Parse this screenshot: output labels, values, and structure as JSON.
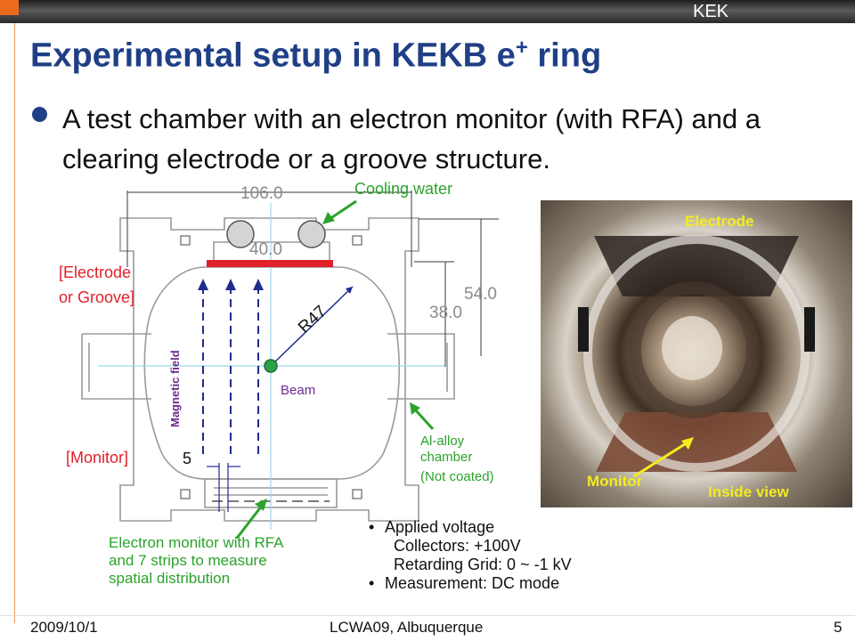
{
  "header": {
    "logo": "KEK"
  },
  "slide": {
    "title": "Experimental setup in KEKB e",
    "title_sup": "+",
    "title_tail": " ring",
    "bullet": "A test chamber with an electron monitor (with RFA) and a clearing electrode or a groove structure."
  },
  "diagram": {
    "dim_width": "106.0",
    "dim_electrode": "40.0",
    "dim_height": "54.0",
    "dim_half": "38.0",
    "radius": "R47",
    "cooling_water": "Cooling water",
    "electrode_label_1": "[Electrode",
    "electrode_label_2": "or Groove]",
    "magnetic_field": "Magnetic field",
    "beam": "Beam",
    "monitor_label": "[Monitor]",
    "gap": "5",
    "chamber_1": "Al-alloy",
    "chamber_2": "chamber",
    "chamber_3": "(Not coated)"
  },
  "photo": {
    "electrode": "Electrode",
    "monitor": "Monitor",
    "inside_view": "Inside view"
  },
  "electron_monitor": {
    "line1": "Electron monitor with RFA",
    "line2": "and 7 strips to measure",
    "line3": "spatial distribution"
  },
  "notes": {
    "applied": "Applied voltage",
    "collectors": "Collectors: +100V",
    "grid": "Retarding Grid: 0 ~ -1 kV",
    "measurement": "Measurement: DC mode"
  },
  "footer": {
    "date": "2009/10/1",
    "venue": "LCWA09, Albuquerque",
    "page": "5"
  },
  "colors": {
    "title": "#1f3f86",
    "label_red": "#e0212a",
    "label_green": "#2aa32a",
    "label_purple": "#6b2b8f",
    "dimension_blue": "#2a3fd6",
    "photo_label": "#f4ec1e"
  }
}
